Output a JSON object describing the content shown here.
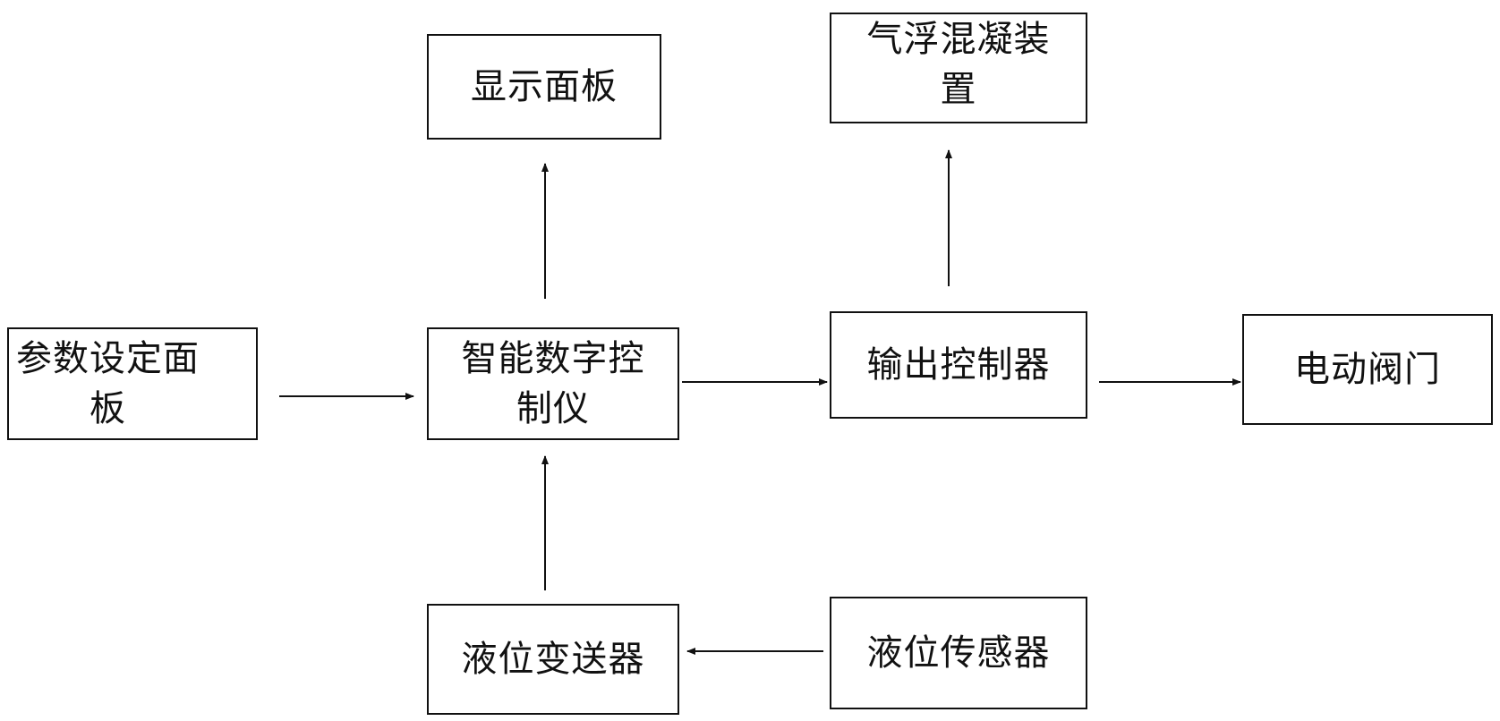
{
  "diagram": {
    "nodes": {
      "display_panel": "显示面板",
      "flotation_device": "气浮混凝装\n置",
      "param_panel": "参数设定面\n板",
      "controller": "智能数字控\n制仪",
      "output_controller": "输出控制器",
      "electric_valve": "电动阀门",
      "level_transmitter": "液位变送器",
      "level_sensor": "液位传感器"
    },
    "edges": [
      {
        "from": "param_panel",
        "to": "controller"
      },
      {
        "from": "controller",
        "to": "display_panel"
      },
      {
        "from": "controller",
        "to": "output_controller"
      },
      {
        "from": "output_controller",
        "to": "flotation_device"
      },
      {
        "from": "output_controller",
        "to": "electric_valve"
      },
      {
        "from": "level_transmitter",
        "to": "controller"
      },
      {
        "from": "level_sensor",
        "to": "level_transmitter"
      }
    ]
  }
}
